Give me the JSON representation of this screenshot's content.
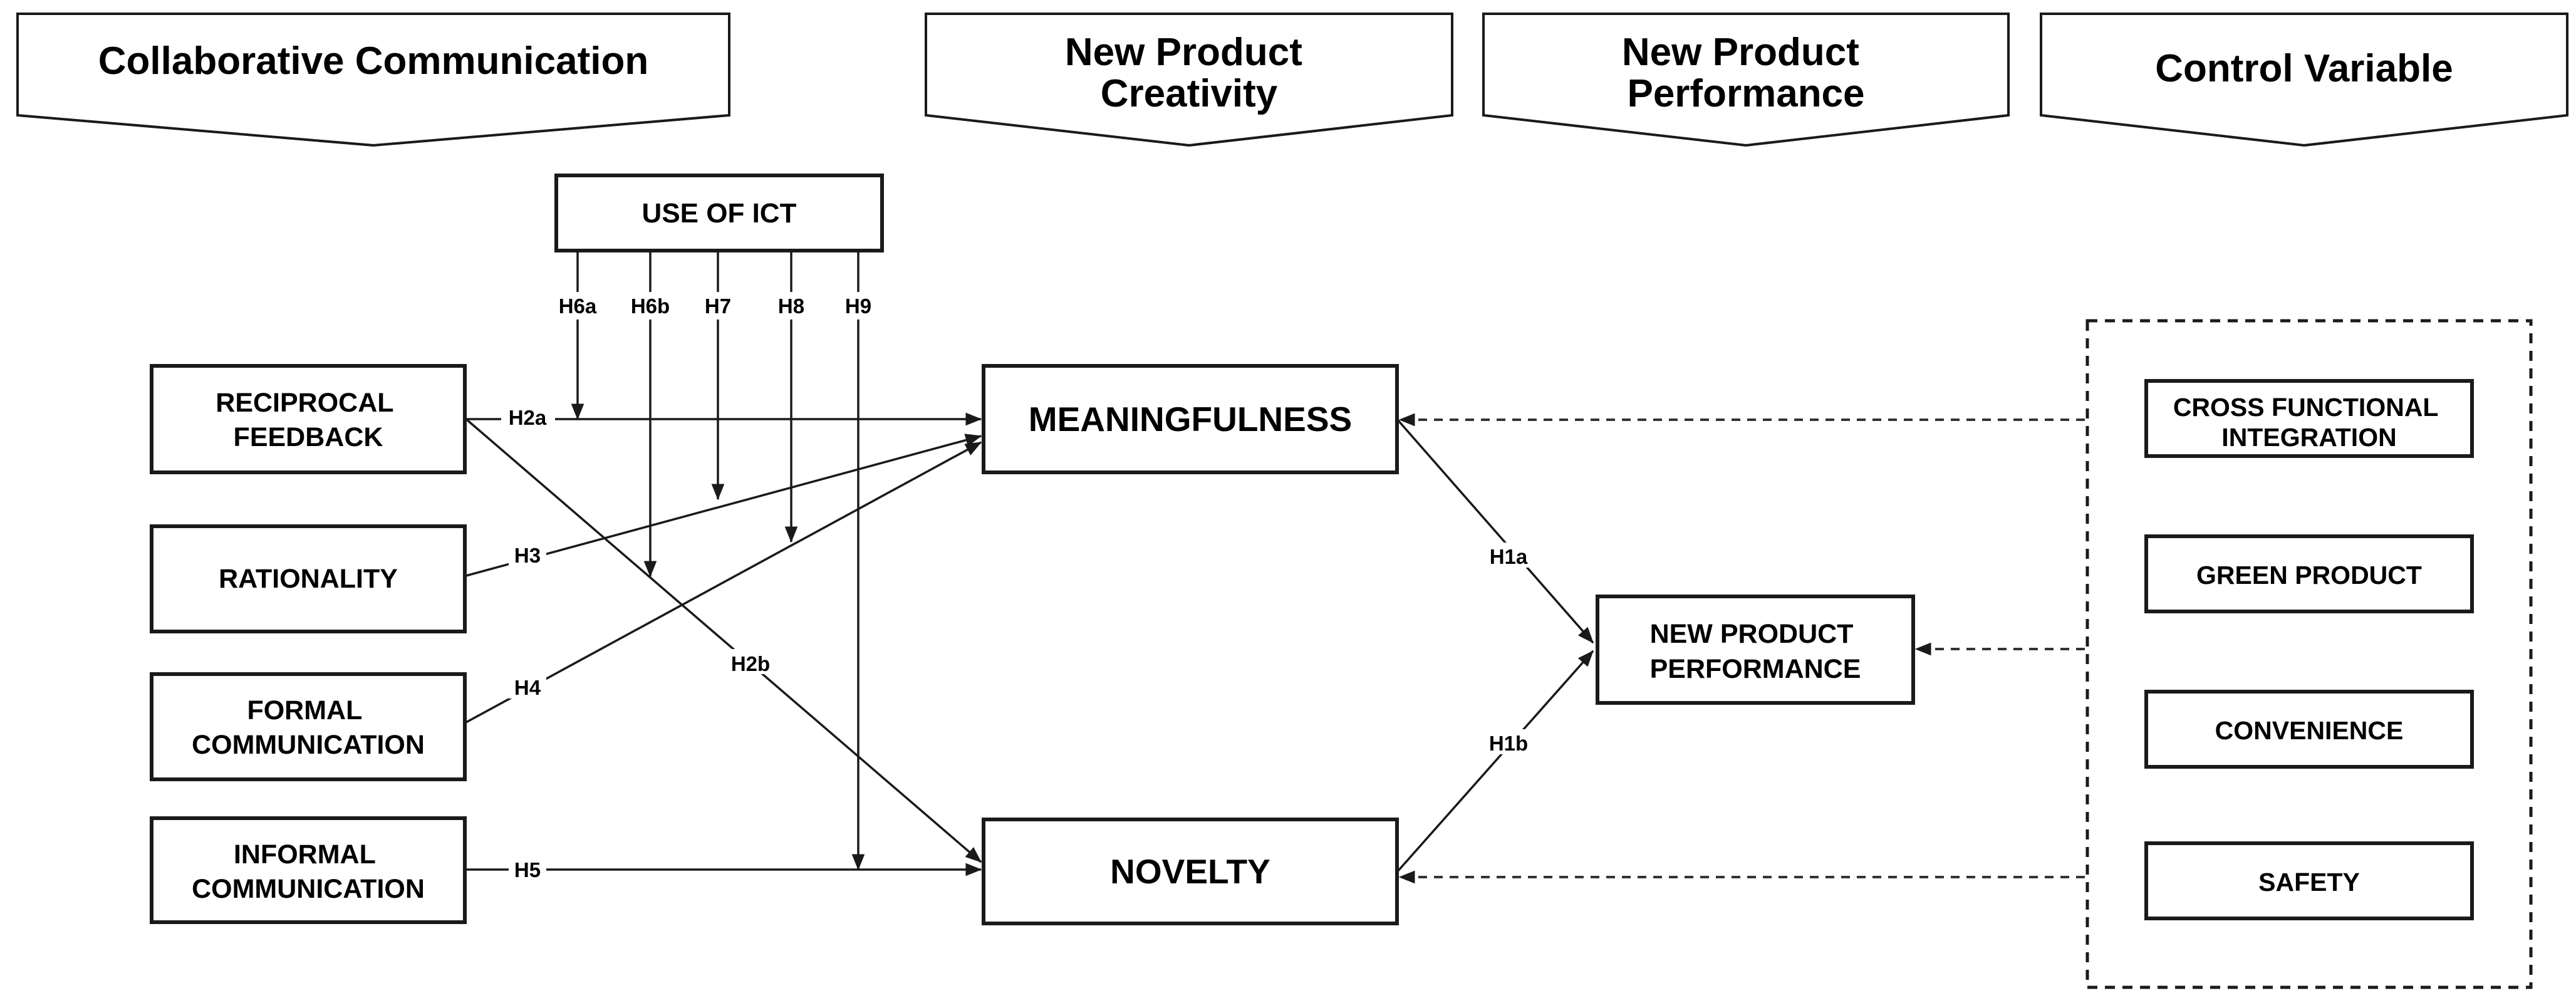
{
  "headers": [
    {
      "id": "collab",
      "lines": [
        "Collaborative Communication"
      ]
    },
    {
      "id": "creativity",
      "lines": [
        "New Product",
        "Creativity"
      ]
    },
    {
      "id": "performance",
      "lines": [
        "New Product",
        "Performance"
      ]
    },
    {
      "id": "control",
      "lines": [
        "Control Variable"
      ]
    }
  ],
  "nodes": {
    "use_of_ict": {
      "lines": [
        "USE OF ICT"
      ]
    },
    "reciprocal_feedback": {
      "lines": [
        "RECIPROCAL",
        "FEEDBACK"
      ]
    },
    "rationality": {
      "lines": [
        "RATIONALITY"
      ]
    },
    "formal_communication": {
      "lines": [
        "FORMAL",
        "COMMUNICATION"
      ]
    },
    "informal_communication": {
      "lines": [
        "INFORMAL",
        "COMMUNICATION"
      ]
    },
    "meaningfulness": {
      "lines": [
        "MEANINGFULNESS"
      ]
    },
    "novelty": {
      "lines": [
        "NOVELTY"
      ]
    },
    "new_product_performance": {
      "lines": [
        "NEW PRODUCT",
        "PERFORMANCE"
      ]
    },
    "cross_functional_integration": {
      "lines": [
        "CROSS FUNCTIONAL",
        "INTEGRATION"
      ]
    },
    "green_product": {
      "lines": [
        "GREEN PRODUCT"
      ]
    },
    "convenience": {
      "lines": [
        "CONVENIENCE"
      ]
    },
    "safety": {
      "lines": [
        "SAFETY"
      ]
    }
  },
  "hypotheses": {
    "h2a": "H2a",
    "h2b": "H2b",
    "h3": "H3",
    "h4": "H4",
    "h5": "H5",
    "h6a": "H6a",
    "h6b": "H6b",
    "h7": "H7",
    "h8": "H8",
    "h9": "H9",
    "h1a": "H1a",
    "h1b": "H1b"
  },
  "colors": {
    "line": "#1a1a1a",
    "text": "#000000",
    "background": "#ffffff"
  }
}
